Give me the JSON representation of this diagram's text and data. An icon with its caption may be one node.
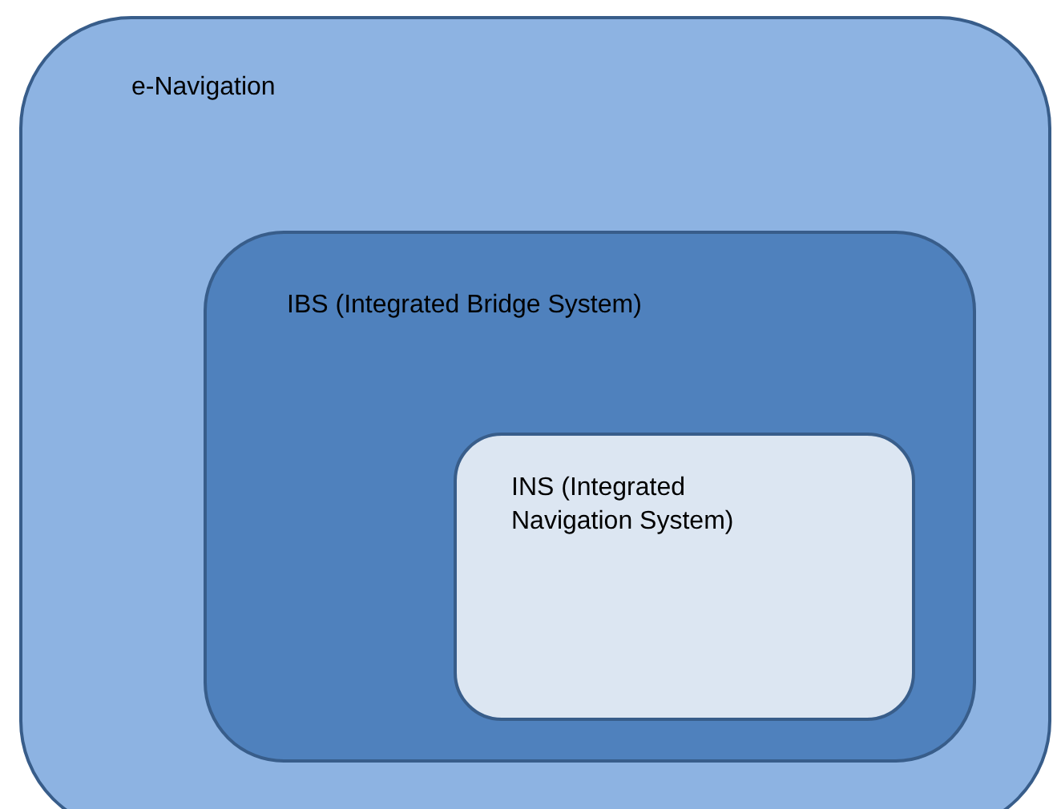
{
  "diagram": {
    "nodes": [
      {
        "text": [
          "e-Navigation"
        ]
      },
      {
        "text": [
          "IBS (Integrated Bridge System)"
        ],
        "in": 0
      },
      {
        "text": [
          "INS (Integrated Navigation System)"
        ],
        "in": 1
      }
    ],
    "edges": []
  }
}
